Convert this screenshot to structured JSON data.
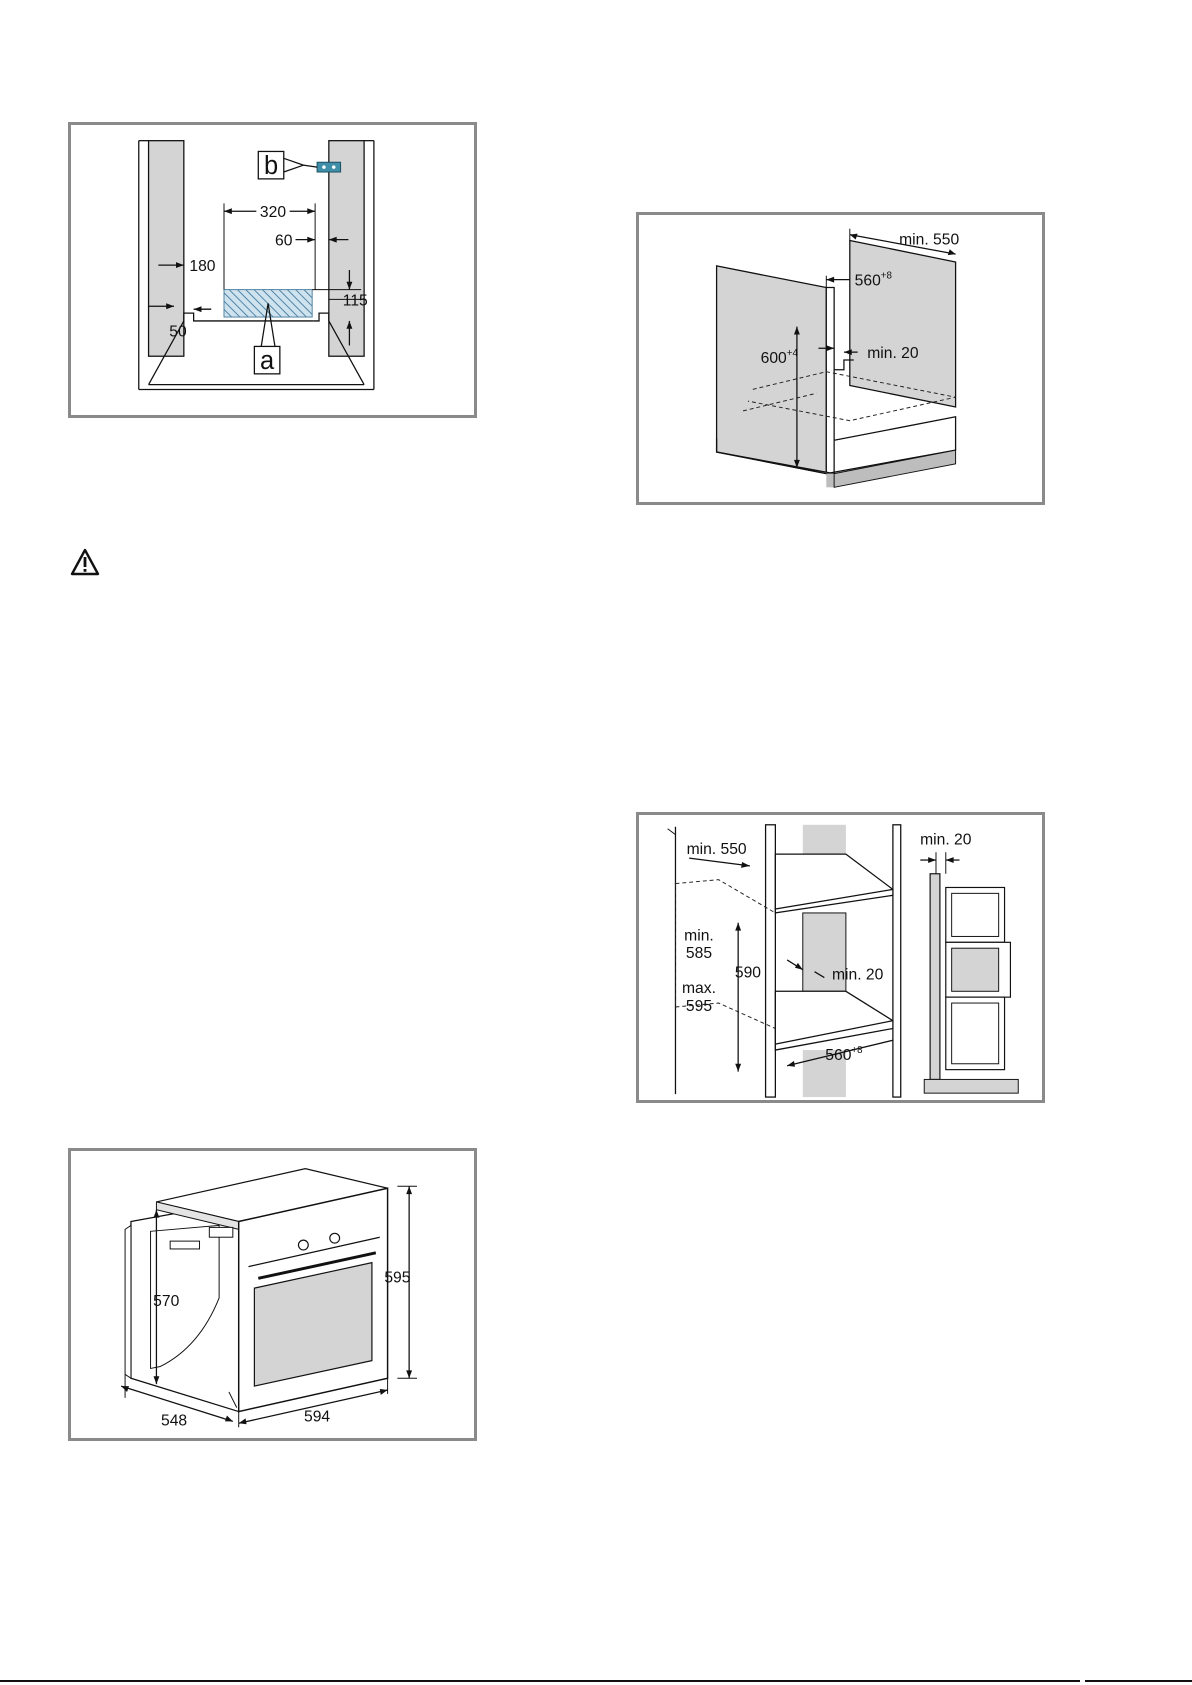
{
  "fig1": {
    "callout_a": "a",
    "callout_b": "b",
    "dims": {
      "d320": "320",
      "d60": "60",
      "d180": "180",
      "d115": "115",
      "d50": "50"
    }
  },
  "fig2": {
    "dims": {
      "min550": "min. 550",
      "w560": "560",
      "w560_tol": "+8",
      "h600": "600",
      "h600_tol": "+4",
      "min20": "min. 20"
    }
  },
  "fig3": {
    "dims": {
      "min550": "min. 550",
      "min20_top": "min. 20",
      "min585_a": "min.",
      "min585_b": "585",
      "h590": "590",
      "max595_a": "max.",
      "max595_b": "595",
      "min20_mid": "min. 20",
      "w560": "560",
      "w560_tol": "+8"
    }
  },
  "fig4": {
    "dims": {
      "d595": "595",
      "d570": "570",
      "d548": "548",
      "d594": "594"
    }
  },
  "colors": {
    "frame": "#8a8a8a",
    "panel": "#d4d4d4",
    "hatch": "#5a8aa8",
    "bracket": "#3f8fa8"
  },
  "icons": {
    "warning": "warning-triangle-icon"
  }
}
